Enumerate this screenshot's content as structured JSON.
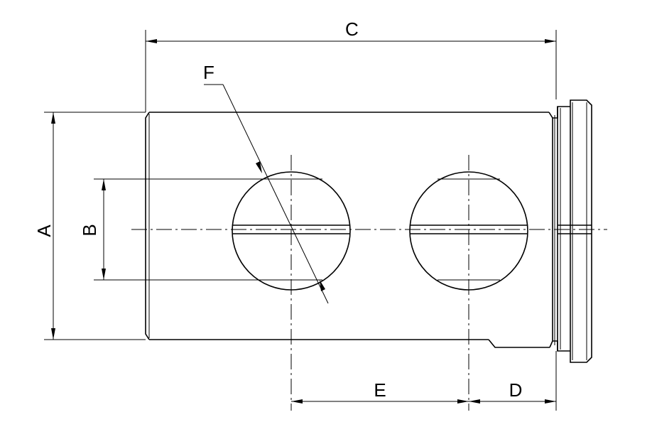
{
  "diagram": {
    "labels": {
      "A": "A",
      "B": "B",
      "C": "C",
      "D": "D",
      "E": "E",
      "F": "F"
    },
    "colors": {
      "line": "#000000",
      "background": "#ffffff"
    }
  }
}
